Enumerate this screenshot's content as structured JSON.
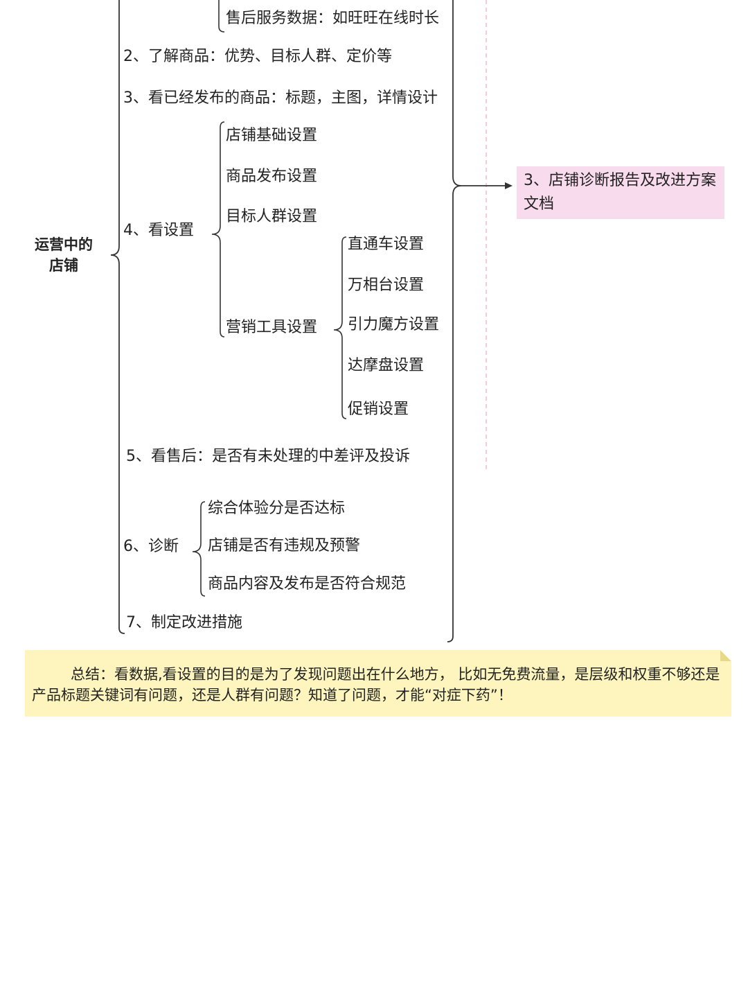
{
  "diagram": {
    "root": "运营中的\n店铺",
    "items": {
      "aftersale_data": "售后服务数据：如旺旺在线时长",
      "item2": "2、了解商品：优势、目标人群、定价等",
      "item3": "3、看已经发布的商品：标题，主图，详情设计",
      "item4": "4、看设置",
      "item4_children": [
        "店铺基础设置",
        "商品发布设置",
        "目标人群设置",
        "营销工具设置"
      ],
      "marketing_children": [
        "直通车设置",
        "万相台设置",
        "引力魔方设置",
        "达摩盘设置",
        "促销设置"
      ],
      "item5": "5、看售后：是否有未处理的中差评及投诉",
      "item6": "6、诊断",
      "item6_children": [
        "综合体验分是否达标",
        "店铺是否有违规及预警",
        "商品内容及发布是否符合规范"
      ],
      "item7": "7、制定改进措施"
    },
    "result_box": "3、店铺诊断报告及改进方案文档",
    "colors": {
      "line": "#333333",
      "result_fill": "#f8dbec",
      "note_fill": "#fdf5bd",
      "dashed": "#f3b9cf"
    }
  },
  "note": {
    "text": "总结：看数据,看设置的目的是为了发现问题出在什么地方， 比如无免费流量，是层级和权重不够还是产品标题关键词有问题，还是人群有问题？知道了问题，才能“对症下药”！"
  }
}
